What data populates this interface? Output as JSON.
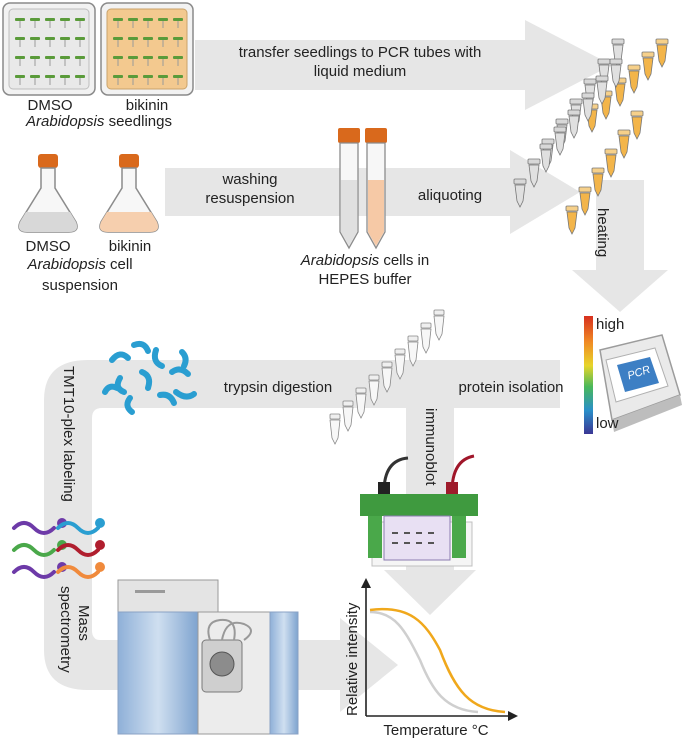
{
  "seedlings": {
    "dmso": "DMSO",
    "bikinin": "bikinin",
    "organism": "Arabidopsis",
    "suffix": "seedlings"
  },
  "cells": {
    "dmso": "DMSO",
    "bikinin": "bikinin",
    "organism": "Arabidopsis",
    "cell_word": "cell",
    "suspension": "suspension"
  },
  "steps": {
    "transfer_line1": "transfer seedlings to PCR tubes with",
    "transfer_line2": "liquid medium",
    "washing": "washing",
    "resuspension": "resuspension",
    "aliquoting": "aliquoting",
    "tubes_organism": "Arabidopsis",
    "tubes_cells_in": "cells in",
    "tubes_buffer": "HEPES buffer",
    "heating": "heating",
    "protein_isolation": "protein isolation",
    "trypsin_digestion": "trypsin digestion",
    "immunoblot": "immunoblot",
    "tmt_labeling": "TMT10-plex labeling",
    "mass": "Mass",
    "spectrometry": "spectrometry"
  },
  "thermocycler": {
    "display": "PCR",
    "scale_high": "high",
    "scale_low": "low"
  },
  "plot": {
    "ylabel": "Relative intensity",
    "xlabel": "Temperature °C"
  },
  "colors": {
    "arrow": "#e6e6e6",
    "bikinin_curve": "#f0a81c",
    "dmso_curve": "#cfcfcf",
    "cap": "#d9691c",
    "gel_green": "#3f9a3f",
    "peptide": "#2a9ed1"
  }
}
